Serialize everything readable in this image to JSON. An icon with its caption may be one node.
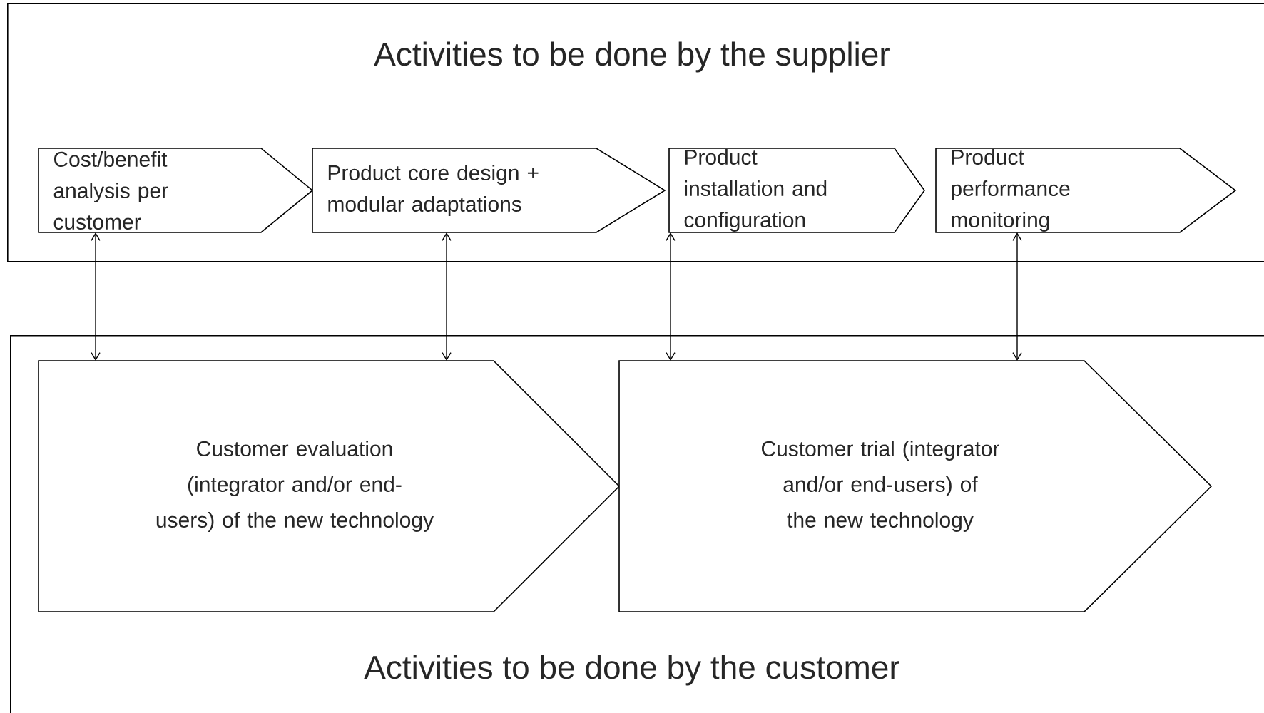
{
  "diagram": {
    "nodes": [
      {
        "text": [
          "Activities to be done by the supplier"
        ]
      },
      {
        "text": [
          "Cost/benefit analysis per customer"
        ],
        "in": 0
      },
      {
        "text": [
          "Product core design + modular adaptations"
        ],
        "in": 0
      },
      {
        "text": [
          "Product installation and configuration"
        ],
        "in": 0
      },
      {
        "text": [
          "Product performance monitoring"
        ],
        "in": 0
      },
      {
        "text": [
          "Activities to be done by the customer"
        ]
      },
      {
        "text": [
          "Customer evaluation (integrator and/or end-users) of the new technology"
        ],
        "in": 5
      },
      {
        "text": [
          "Customer trial (integrator and/or end-users) of the new technology"
        ],
        "in": 5
      }
    ],
    "edges": [
      {
        "from": 1,
        "to": 6,
        "arrow": "both"
      },
      {
        "from": 2,
        "to": 6,
        "arrow": "both"
      },
      {
        "from": 3,
        "to": 7,
        "arrow": "both"
      },
      {
        "from": 4,
        "to": 7,
        "arrow": "both"
      }
    ]
  }
}
